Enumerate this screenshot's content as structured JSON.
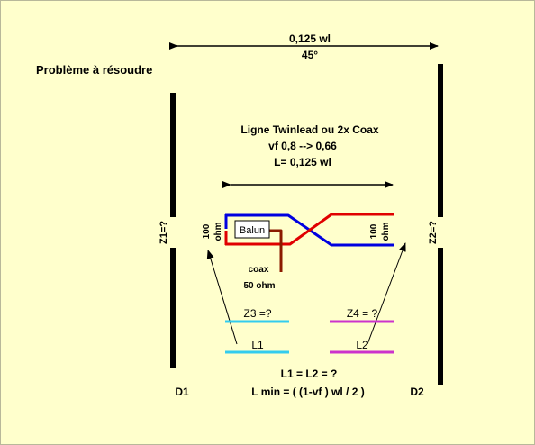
{
  "header": {
    "title": "Problème à résoudre"
  },
  "top_span": {
    "length": "0,125 wl",
    "angle": "45°"
  },
  "line_info": {
    "line1": "Ligne  Twinlead ou 2x Coax",
    "line2": "vf  0,8 --> 0,66",
    "line3": "L= 0,125 wl"
  },
  "labels": {
    "z1": "Z1=?",
    "z2": "Z2=?",
    "left_ohm_value": "100",
    "left_ohm_unit": "ohm",
    "right_ohm_value": "100",
    "right_ohm_unit": "ohm",
    "balun": "Balun",
    "coax": "coax",
    "coax_ohm": "50 ohm",
    "z3": "Z3 =?",
    "z4": "Z4 = ?",
    "l1": "L1",
    "l2": "L2",
    "equation": "L1 = L2 = ?",
    "formula": "L min = (  (1-vf ) wl / 2 )",
    "d1": "D1",
    "d2": "D2"
  },
  "colors": {
    "background": "#ffffcc",
    "feed_red": "#e00000",
    "feed_blue": "#0000e0",
    "coax_brown": "#8b1a00",
    "stub_cyan": "#33ccee",
    "stub_magenta": "#cc33cc",
    "dipole": "#000000"
  }
}
